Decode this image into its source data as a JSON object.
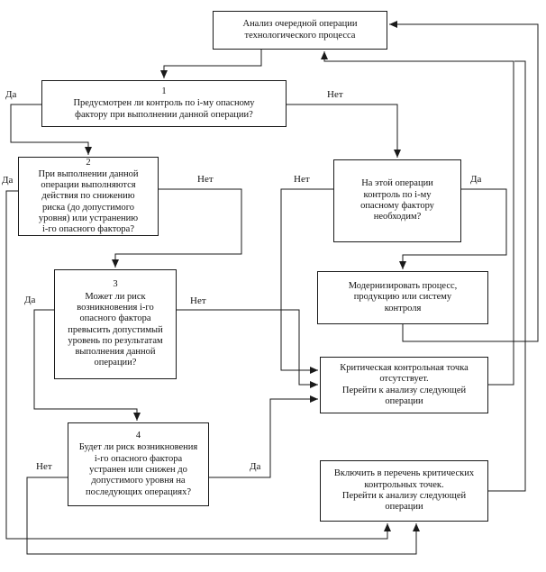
{
  "diagram": {
    "boxes": {
      "start": {
        "text": "Анализ очередной операции\nтехнологического процесса"
      },
      "q1": {
        "number": "1",
        "text": "Предусмотрен ли контроль по i-му опасному\nфактору при выполнении данной операции?"
      },
      "q2": {
        "number": "2",
        "text": "При выполнении данной\nоперации выполняются\nдействия по снижению\nриска (до допустимого\nуровня) или устранению\ni-го опасного фактора?"
      },
      "control_needed": {
        "text": "На этой операции\nконтроль по i-му\nопасному фактору\nнеобходим?"
      },
      "q3": {
        "number": "3",
        "text": "Может ли риск\nвозникновения i-го\nопасного фактора\nпревысить допустимый\nуровень по результатам\nвыполнения данной\nоперации?"
      },
      "modernize": {
        "text": "Модернизировать процесс,\nпродукцию или систему\nконтроля"
      },
      "no_ccp": {
        "text": "Критическая контрольная точка\nотсутствует.\nПерейти к анализу следующей\nоперации"
      },
      "q4": {
        "number": "4",
        "text": "Будет ли риск возникновения\ni-го опасного фактора\nустранен или снижен до\nдопустимого уровня на\nпоследующих операциях?"
      },
      "add_ccp": {
        "text": "Включить в перечень критических\nконтрольных точек.\nПерейти к анализу следующей\nоперации"
      }
    },
    "labels": {
      "yes": "Да",
      "no": "Нет"
    },
    "line_color": "#1a1a1a"
  }
}
